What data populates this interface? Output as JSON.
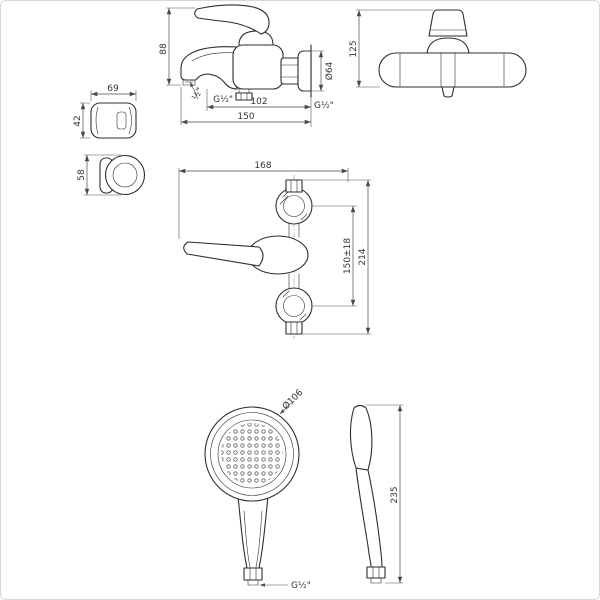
{
  "drawing": {
    "background": "#ffffff",
    "line_color": "#2e2e2e",
    "dim_color": "#4a4a4a",
    "views": {
      "mixer_side": {
        "title": "bath-mixer-side-view",
        "dims": {
          "overall_height": "88",
          "flange_diameter": "Ø64",
          "shower_outlet_thread": "G½\"",
          "outlet_to_wall": "102",
          "projection": "150",
          "spout_thread": "½\"",
          "wall_thread": "G½\""
        }
      },
      "mixer_front": {
        "title": "bath-mixer-front-view",
        "dims": {
          "body_height": "125"
        }
      },
      "bracket_side": {
        "title": "wall-bracket-side-view",
        "dims": {
          "width": "69",
          "height": "42"
        }
      },
      "bracket_front": {
        "title": "wall-bracket-front-view",
        "dims": {
          "height": "58"
        }
      },
      "mixer_vertical": {
        "title": "mixer-vertical-mount-view",
        "dims": {
          "width": "168",
          "connection_centers": "150±18",
          "overall_height": "214"
        }
      },
      "handshower_front": {
        "title": "hand-shower-front-view",
        "dims": {
          "head_diameter": "Ø106",
          "hose_thread": "G½\""
        }
      },
      "handshower_side": {
        "title": "hand-shower-side-view",
        "dims": {
          "length": "235"
        }
      }
    }
  }
}
